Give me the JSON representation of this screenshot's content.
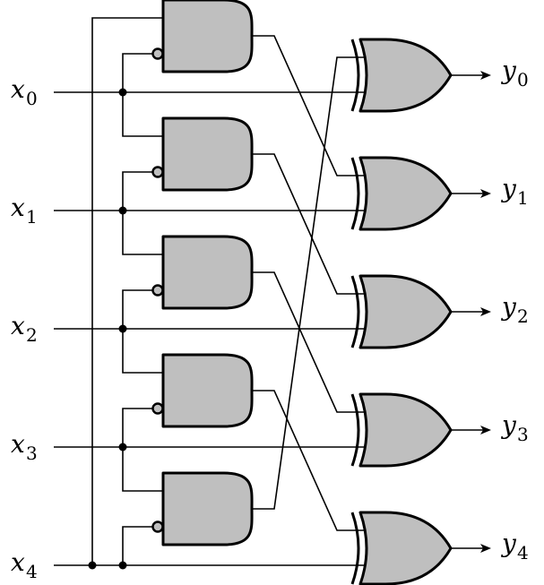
{
  "diagram": {
    "inputs": [
      {
        "symbol": "x",
        "index": "0"
      },
      {
        "symbol": "x",
        "index": "1"
      },
      {
        "symbol": "x",
        "index": "2"
      },
      {
        "symbol": "x",
        "index": "3"
      },
      {
        "symbol": "x",
        "index": "4"
      }
    ],
    "outputs": [
      {
        "symbol": "y",
        "index": "0"
      },
      {
        "symbol": "y",
        "index": "1"
      },
      {
        "symbol": "y",
        "index": "2"
      },
      {
        "symbol": "y",
        "index": "3"
      },
      {
        "symbol": "y",
        "index": "4"
      }
    ],
    "and_gates": [
      {
        "inverted_input": true
      },
      {
        "inverted_input": true
      },
      {
        "inverted_input": true
      },
      {
        "inverted_input": true
      },
      {
        "inverted_input": true
      }
    ],
    "xor_gates": [
      {},
      {},
      {},
      {},
      {}
    ],
    "colors": {
      "gate_fill": "#bfbfbf",
      "line": "#000000",
      "background": "#ffffff"
    }
  }
}
